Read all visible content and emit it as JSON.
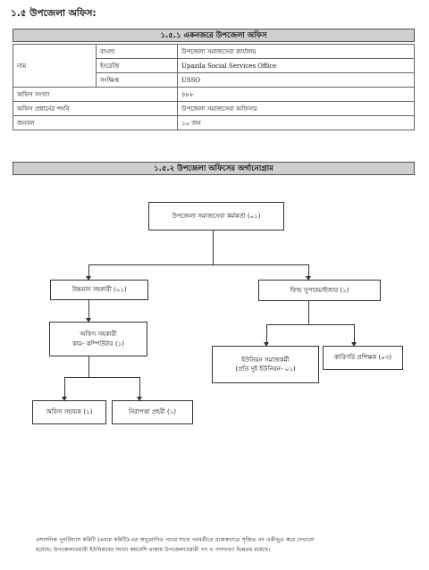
{
  "heading": "১.৫ উপজেলা অফিস:",
  "section1": {
    "title": "১.৫.১ একনজরে উপজেলা অফিস",
    "rows": {
      "name_label": "নাম",
      "bangla_label": "বাংলা",
      "bangla_value": "উপজেলা সমাজসেবা কার্যালয়",
      "english_label": "ইংরেজি",
      "english_value": "Upazila Social Services Office",
      "short_label": "সংক্ষিপ্ত",
      "short_value": "USSO",
      "office_count_label": "অফিস সংখ্যা",
      "office_count_value": "৪৮৮",
      "head_title_label": "অফিস প্রধানের পদবি",
      "head_title_value": "উপজেলা সমাজসেবা অফিসার",
      "manpower_label": "জনবল",
      "manpower_value": "১০ জন"
    }
  },
  "section2": {
    "title": "১.৫.২ উপজেলা অফিসের অর্গানোগ্রাম",
    "org": {
      "top": "উপজেলা সমাজসেবা কর্মকর্তা (০১)",
      "left_mid": "উচ্চমান সহকারী (০১)",
      "right_mid": "ফিল্ড সুপারভাইজার (১)",
      "office_assistant_line1": "অফিস সহকারী",
      "office_assistant_line2": "কাম- কম্পিউটার (১)",
      "union_worker_line1": "ইউনিয়ন সমাজকর্মী",
      "union_worker_line2": "(প্রতি দুই ইউনিয়ন- ০১)",
      "tech_instructor": "কারিগরি প্রশিক্ষক (০৩)",
      "office_helper": "অফিস সহায়ক (১)",
      "security_guard": "নিরাপত্তা প্রহরী (১)"
    }
  },
  "footnote": {
    "line1": "প্রশাসনিক পুনর্বিন্যাস কমিটি (এনাম কমিটি)-এর অনুমোদিত পদের সাথে পরবর্তীতে রাজস্বখাতে সৃজিত পদ একীভূত করে দেখানো",
    "line2": "হয়েছে। উপজেলাওয়ারী ইউনিয়নের সংখ্যা কমবেশি থাকায় উপজেলাওয়ারী পদ ও পদসংখ্যা ভিন্নতর রয়েছে।"
  }
}
